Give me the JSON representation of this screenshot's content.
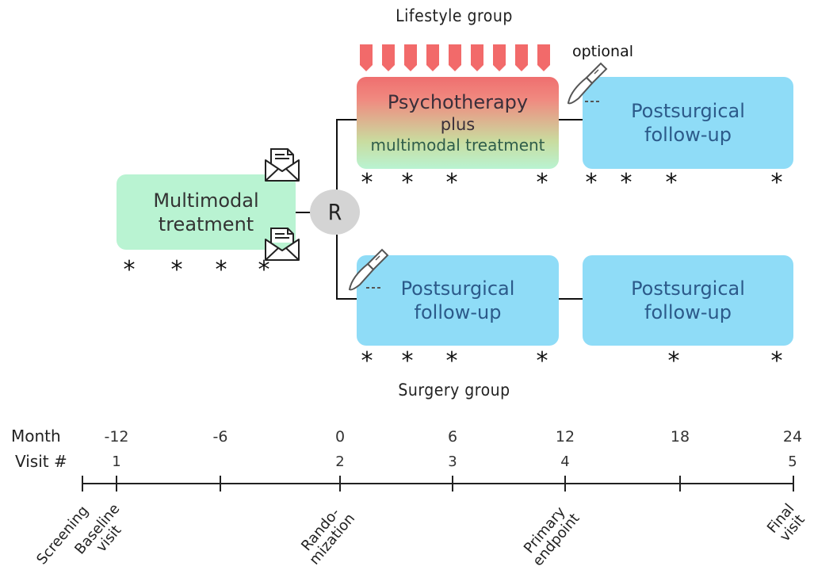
{
  "lifestyle_group_label": "Lifestyle group",
  "surgery_group_label": "Surgery group",
  "optional_label": "optional",
  "randomization_symbol": "R",
  "boxes": {
    "multimodal": [
      "Multimodal",
      "treatment"
    ],
    "psychotherapy": [
      "Psychotherapy",
      "plus",
      "multimodal treatment"
    ],
    "followup_top": [
      "Postsurgical",
      "follow-up"
    ],
    "followup_bottom_left": [
      "Postsurgical",
      "follow-up"
    ],
    "followup_bottom_right": [
      "Postsurgical",
      "follow-up"
    ]
  },
  "star_symbol": "*",
  "icons": {
    "letter": "letter-icon",
    "scalpel": "scalpel-icon",
    "arrow": "down-arrow-icon"
  },
  "colors": {
    "follow_up_box": "#8fdcf7",
    "treatment_box": "#b9f3d2",
    "lifestyle_arrows": "#f26a6a",
    "randomization_circle": "#d4d4d4"
  },
  "timeline": {
    "month_label": "Month",
    "visit_label": "Visit #",
    "months": [
      "-12",
      "-6",
      "0",
      "6",
      "12",
      "18",
      "24"
    ],
    "visits": [
      "1",
      "2",
      "3",
      "4",
      "5"
    ],
    "milestones": [
      [
        "Screening"
      ],
      [
        "Baseline",
        "visit"
      ],
      [
        "Rando-",
        "mization"
      ],
      [
        "Primary",
        "endpoint"
      ],
      [
        "Final",
        "visit"
      ]
    ]
  }
}
